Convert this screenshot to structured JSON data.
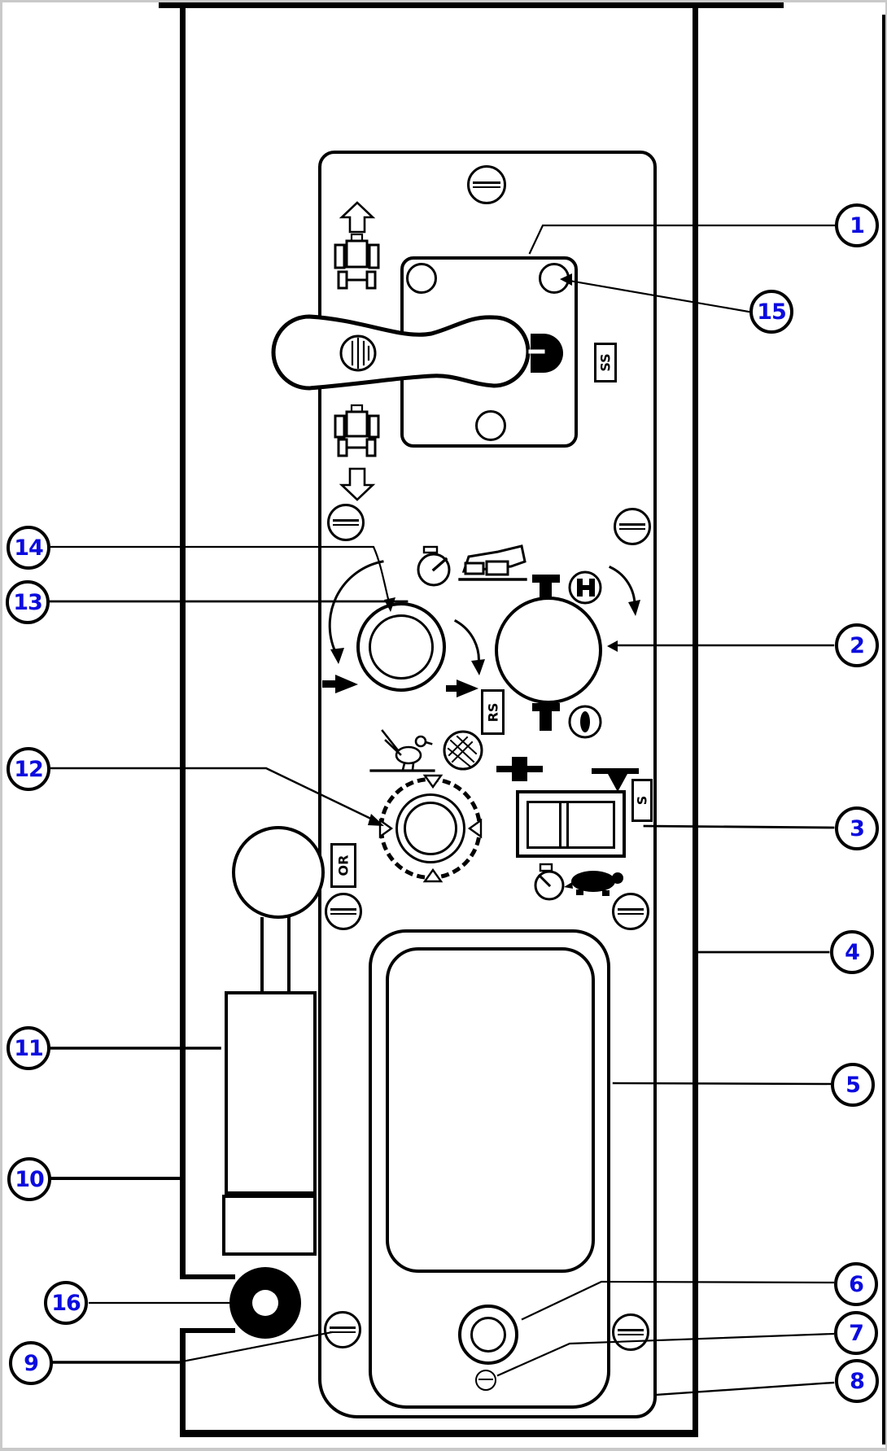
{
  "document": {
    "kind": "control panel parts diagram",
    "style": "black line art on white page with blue numbered callouts"
  },
  "callouts": [
    {
      "label": "1"
    },
    {
      "label": "2"
    },
    {
      "label": "3"
    },
    {
      "label": "4"
    },
    {
      "label": "5"
    },
    {
      "label": "6"
    },
    {
      "label": "7"
    },
    {
      "label": "8"
    },
    {
      "label": "9"
    },
    {
      "label": "10"
    },
    {
      "label": "11"
    },
    {
      "label": "12"
    },
    {
      "label": "13"
    },
    {
      "label": "14"
    },
    {
      "label": "15"
    },
    {
      "label": "16"
    }
  ],
  "labels": {
    "ss": "SS",
    "rs": "RS",
    "s": "S",
    "or": "OR"
  },
  "icons": [
    {
      "name": "slotted-screw"
    },
    {
      "name": "tractor-raise-icon"
    },
    {
      "name": "tractor-lower-icon"
    },
    {
      "name": "up-arrow-icon"
    },
    {
      "name": "down-arrow-icon"
    },
    {
      "name": "gauge-icon"
    },
    {
      "name": "dump-truck-icon"
    },
    {
      "name": "rooster-icon"
    },
    {
      "name": "horn-icon"
    },
    {
      "name": "turtle-icon"
    },
    {
      "name": "valve-drip-icon"
    },
    {
      "name": "plus-icon"
    },
    {
      "name": "power-high-icon"
    },
    {
      "name": "power-off-icon"
    },
    {
      "name": "rotate-ccw-arrow"
    },
    {
      "name": "rotate-cw-arrow"
    }
  ],
  "colors": {
    "ink": "#000000",
    "callout_number": "#0b0bdf",
    "page_edge_gray": "#c9c9c9",
    "background": "#ffffff"
  }
}
